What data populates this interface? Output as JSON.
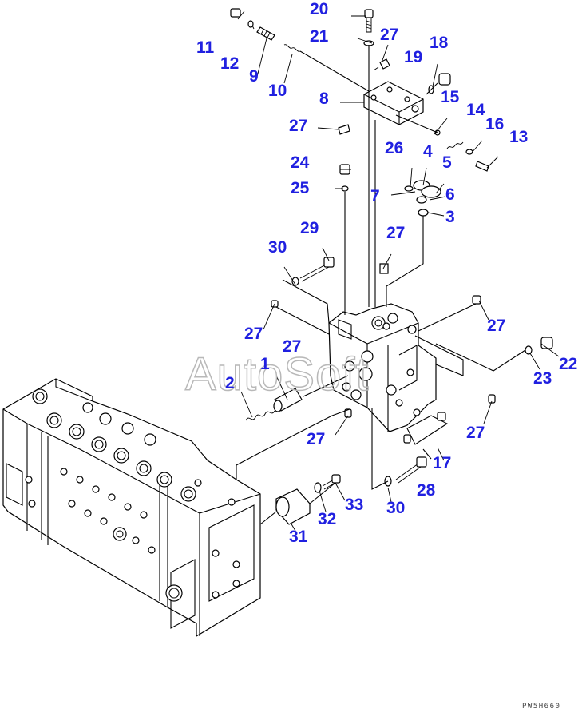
{
  "callouts": [
    "1",
    "2",
    "3",
    "4",
    "5",
    "6",
    "7",
    "8",
    "9",
    "10",
    "11",
    "12",
    "13",
    "14",
    "15",
    "16",
    "17",
    "18",
    "19",
    "20",
    "21",
    "22",
    "23",
    "24",
    "25",
    "26",
    "27",
    "28",
    "29",
    "30",
    "31",
    "32",
    "33"
  ],
  "callout_27": "27",
  "callout_30": "30",
  "watermark": "AutoSoft",
  "drawing_code": "PW5H660",
  "colors": {
    "callout": "#2020e0",
    "lines": "#000000",
    "watermark": "#b8b8b8"
  }
}
